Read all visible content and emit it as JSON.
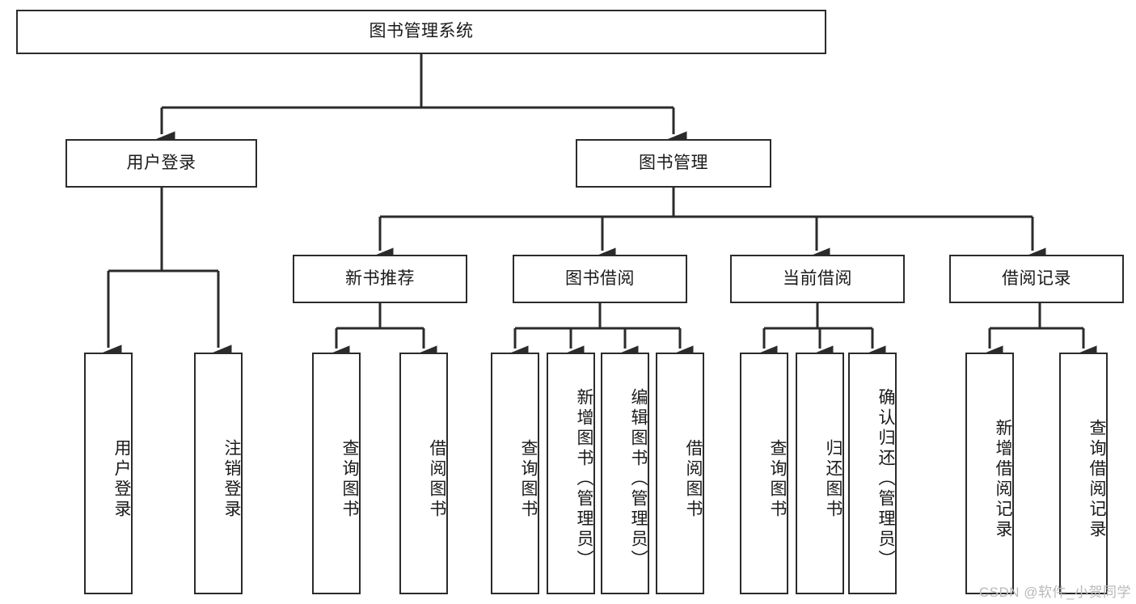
{
  "diagram": {
    "type": "tree-hierarchy-diagram",
    "title": "图书管理系统",
    "root": {
      "id": "root",
      "label": "图书管理系统"
    },
    "level1": [
      {
        "id": "user-login",
        "label": "用户登录"
      },
      {
        "id": "book-management",
        "label": "图书管理"
      }
    ],
    "level2": [
      {
        "id": "new-book-recommend",
        "label": "新书推荐",
        "parent": "book-management"
      },
      {
        "id": "book-borrow",
        "label": "图书借阅",
        "parent": "book-management"
      },
      {
        "id": "current-borrow",
        "label": "当前借阅",
        "parent": "book-management"
      },
      {
        "id": "borrow-record",
        "label": "借阅记录",
        "parent": "book-management"
      }
    ],
    "leaves": {
      "user-login": [
        {
          "id": "leaf-user-login",
          "label": "用户登录"
        },
        {
          "id": "leaf-logout-login",
          "label": "注销登录"
        }
      ],
      "new-book-recommend": [
        {
          "id": "leaf-query-book-1",
          "label": "查询图书"
        },
        {
          "id": "leaf-borrow-book-1",
          "label": "借阅图书"
        }
      ],
      "book-borrow": [
        {
          "id": "leaf-query-book-2",
          "label": "查询图书"
        },
        {
          "id": "leaf-add-book",
          "label": "新增图书（管理员）"
        },
        {
          "id": "leaf-edit-book",
          "label": "编辑图书（管理员）"
        },
        {
          "id": "leaf-borrow-book-2",
          "label": "借阅图书"
        }
      ],
      "current-borrow": [
        {
          "id": "leaf-query-book-3",
          "label": "查询图书"
        },
        {
          "id": "leaf-return-book",
          "label": "归还图书"
        },
        {
          "id": "leaf-confirm-return",
          "label": "确认归还（管理员）"
        }
      ],
      "borrow-record": [
        {
          "id": "leaf-add-record",
          "label": "新增借阅记录"
        },
        {
          "id": "leaf-query-record",
          "label": "查询借阅记录"
        }
      ]
    }
  },
  "watermark": {
    "text": "CSDN @软件_小贺同学"
  },
  "colors": {
    "border": "#2b2b2b",
    "background": "#ffffff",
    "text": "#1a1a1a",
    "watermark": "#b9b9b9"
  }
}
